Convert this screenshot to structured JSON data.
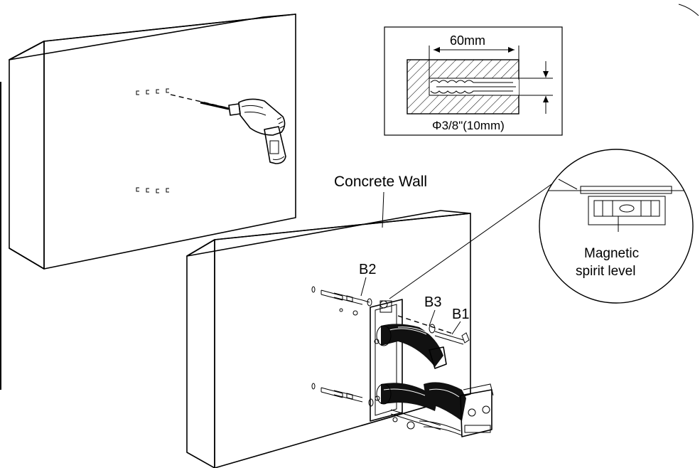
{
  "labels": {
    "dimension_depth": "60mm",
    "dimension_diameter": "Φ3/8\"(10mm)",
    "wall_type": "Concrete Wall",
    "level_line1": "Magnetic",
    "level_line2": "spirit level",
    "part_b2": "B2",
    "part_b3": "B3",
    "part_b1": "B1"
  }
}
